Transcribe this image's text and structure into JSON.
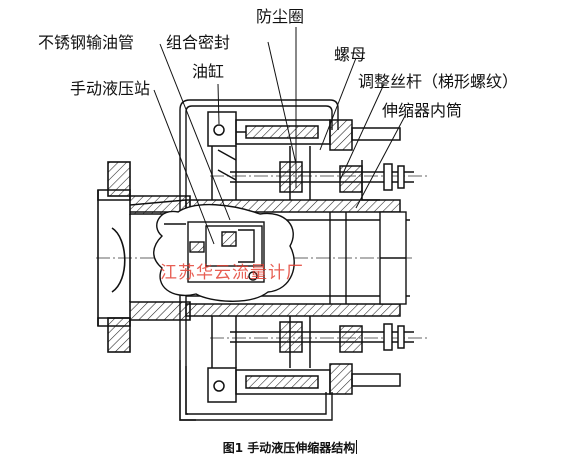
{
  "labels": {
    "dust_ring": "防尘圈",
    "stainless_tube": "不锈钢输油管",
    "seal": "组合密封",
    "nut": "螺母",
    "cylinder": "油缸",
    "screw": "调整丝杆（梯形螺纹）",
    "pump_station": "手动液压站",
    "inner_tube": "伸缩器内筒"
  },
  "watermark": "江苏华云流量计厂",
  "caption": "图1 手动液压伸缩器结构",
  "colors": {
    "line": "#111111",
    "hatch": "#222222",
    "watermark": "#e23b2e"
  }
}
